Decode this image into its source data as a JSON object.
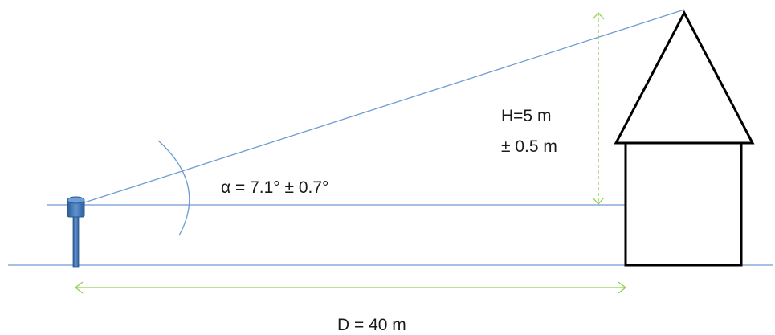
{
  "labels": {
    "height_line1": "H=5 m",
    "height_line2": "± 0.5 m",
    "angle": "α = 7.1° ± 0.7°",
    "distance": "D = 40 m"
  },
  "colors": {
    "sight_line": "#6f9bd1",
    "dimension_arrow": "#92d050",
    "house_outline": "#000000",
    "instrument": "#2e5f9b"
  }
}
